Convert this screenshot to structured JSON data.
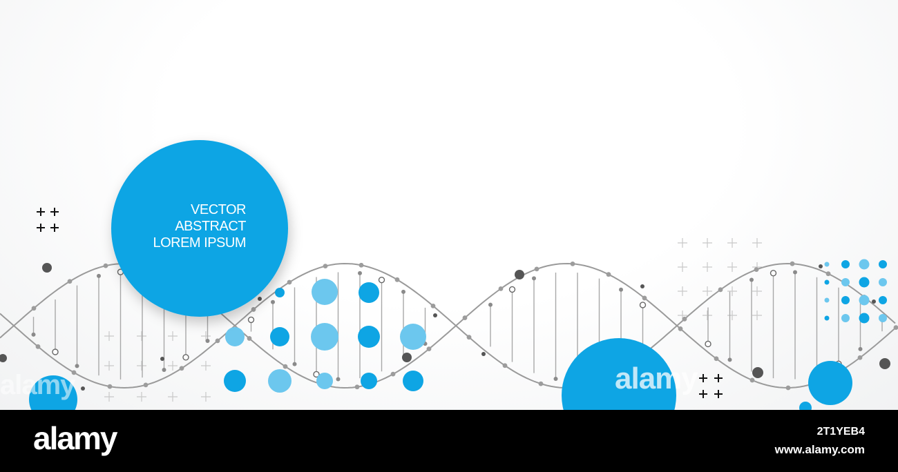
{
  "illustration": {
    "headline": [
      "VECTOR",
      "ABSTRACT",
      "LOREM IPSUM"
    ],
    "colors": {
      "blue": "#0ea5e4",
      "light_blue": "#6cc7ee",
      "gray_strand": "#9a9a9a",
      "dark_dot": "#555555",
      "cross": "#c8c8c8"
    }
  },
  "watermark": {
    "text": "alamy"
  },
  "footer": {
    "logo": "alamy",
    "image_id": "2T1YEB4",
    "url": "www.alamy.com"
  }
}
